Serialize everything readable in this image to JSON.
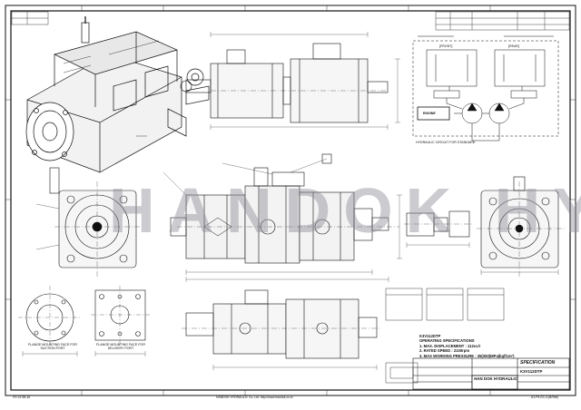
{
  "drawing": {
    "watermark": "HANDOK HY",
    "circuit": {
      "title_left": "[FRONT]",
      "title_right": "[REAR]",
      "engine_label": "ENGINE",
      "caption": "HYDRAULIC CIRCUIT FOR STANDARD"
    },
    "spec": {
      "model": "K3V112DTP",
      "heading": "OPERATING SPECIFICATIONS",
      "items": [
        "1. MAX. DISPLACEMENT : 112cc/r",
        "2. RATED SPEED : 2100rpm",
        "3. MAX WORKING PRESSURE : 35(350)MPa(kgf/cm²)"
      ]
    },
    "flange_left": "FLANGE MOUNTING FACE FOR SUCTION PORT",
    "flange_right": "FLANGE MOUNTING FACE FOR DELIVERY PORT",
    "title_block": {
      "company": "HAN DOK HYDRAULIC",
      "drawing_title": "SPECIFICATION",
      "part_no": "K3V112DTP",
      "footer_left": "HY-12-98-16",
      "footer_center": "HANDOK HYDRAULIC Co.,Ltd.  http://www.handok.co.kr",
      "footer_right": "A1-P4-D1-4-(B/Sell)"
    }
  }
}
